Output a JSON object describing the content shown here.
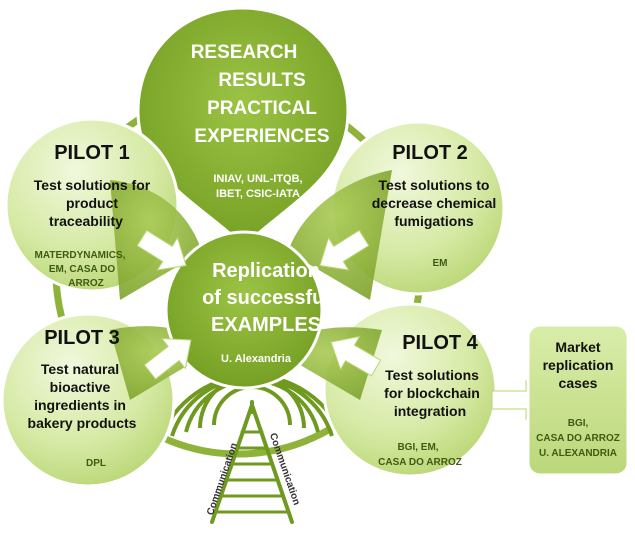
{
  "center": {
    "title_lines": [
      "Replication",
      "of successful",
      "EXAMPLES"
    ],
    "partner": "U. Alexandria"
  },
  "research": {
    "title_lines": [
      "RESEARCH",
      "RESULTS",
      "PRACTICAL",
      "EXPERIENCES"
    ],
    "partner_lines": [
      "INIAV, UNL-ITQB,",
      "IBET,  CSIC-IATA"
    ]
  },
  "pilots": [
    {
      "title": "PILOT 1",
      "desc_lines": [
        "Test solutions for",
        "product",
        "traceability"
      ],
      "partner_lines": [
        "MATERDYNAMICS,",
        "EM, CASA DO",
        "ARROZ"
      ]
    },
    {
      "title": "PILOT 2",
      "desc_lines": [
        "Test solutions to",
        "decrease chemical",
        "fumigations"
      ],
      "partner_lines": [
        "EM"
      ]
    },
    {
      "title": "PILOT 3",
      "desc_lines": [
        "Test natural",
        "bioactive",
        "ingredients in",
        "bakery products"
      ],
      "partner_lines": [
        "DPL"
      ]
    },
    {
      "title": "PILOT 4",
      "desc_lines": [
        "Test solutions",
        "for blockchain",
        "integration"
      ],
      "partner_lines": [
        "BGI, EM,",
        "CASA DO ARROZ"
      ]
    }
  ],
  "market": {
    "title_lines": [
      "Market",
      "replication",
      "cases"
    ],
    "partner_lines": [
      "BGI,",
      "CASA DO ARROZ",
      "U. ALEXANDRIA"
    ]
  },
  "tower": {
    "label_left": "Communication",
    "label_right": "Communication"
  },
  "colors": {
    "light_green": "#cfe39a",
    "mid_green": "#8fb33a",
    "dark_green": "#6f9a1f",
    "outline": "#a8c36a"
  }
}
